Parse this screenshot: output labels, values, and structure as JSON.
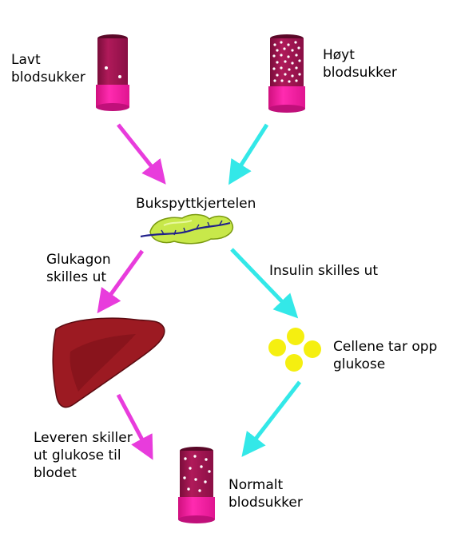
{
  "labels": {
    "low_sugar": "Lavt\nblodsukker",
    "high_sugar": "Høyt\nblodsukker",
    "pancreas": "Bukspyttkjertelen",
    "glucagon": "Glukagon\nskilles ut",
    "insulin": "Insulin skilles ut",
    "cells": "Cellene tar opp\nglukose",
    "liver": "Leveren skiller\nut glukose til\nblodet",
    "normal_sugar": "Normalt\nblodsukker"
  },
  "colors": {
    "glucagon_arrow": "#e83cdc",
    "insulin_arrow": "#33e8e8",
    "tube_body": "#a0154f",
    "tube_base": "#ff1fa8",
    "pancreas": "#c8e84a",
    "pancreas_duct": "#20208a",
    "liver": "#9c1a22",
    "cells": "#f5ef10"
  },
  "icons": {
    "low_tube": "blood-tube-low-icon",
    "high_tube": "blood-tube-high-icon",
    "normal_tube": "blood-tube-normal-icon",
    "pancreas": "pancreas-icon",
    "liver": "liver-icon",
    "cells": "cells-icon"
  }
}
